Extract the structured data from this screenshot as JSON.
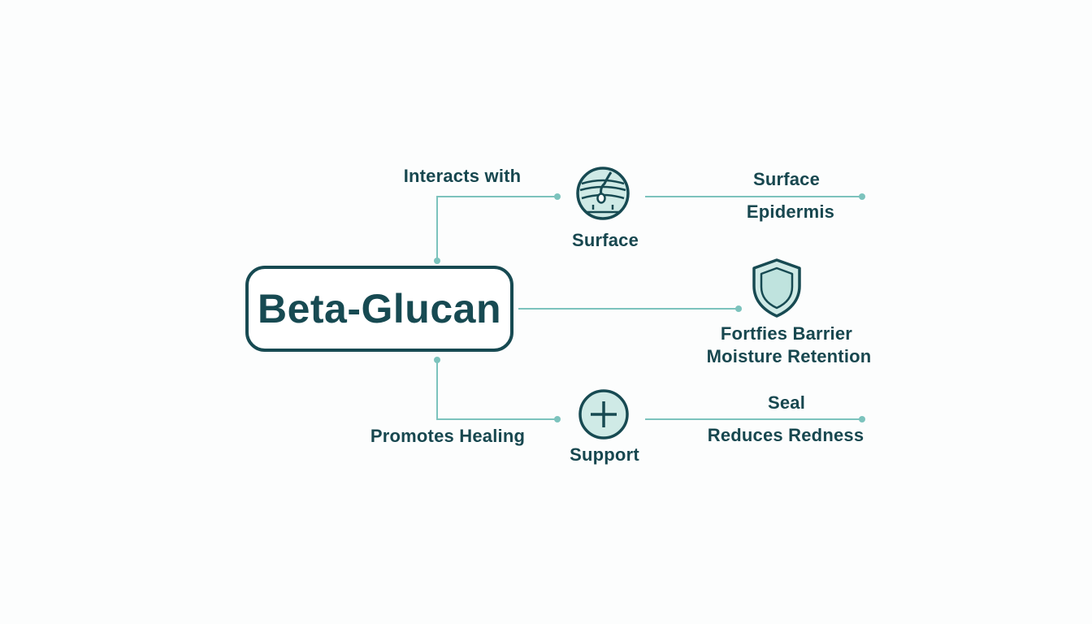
{
  "diagram": {
    "center_node": "Beta-Glucan",
    "branches": {
      "top": {
        "connector_label": "Interacts with",
        "hub_label": "Surface",
        "hub_icon": "skin-hair-follicle-icon",
        "outcome_title": "Surface",
        "outcome_subtitle": "Epidermis"
      },
      "middle": {
        "hub_icon": "shield-icon",
        "outcome_line1": "Fortfies Barrier",
        "outcome_line2": "Moisture Retention"
      },
      "bottom": {
        "connector_label": "Promotes Healing",
        "hub_label": "Support",
        "hub_icon": "plus-circle-icon",
        "outcome_title": "Seal",
        "outcome_subtitle": "Reduces Redness"
      }
    },
    "colors": {
      "primary": "#174a52",
      "connector": "#7cc3bd",
      "icon_fill": "#cfeae6"
    }
  }
}
